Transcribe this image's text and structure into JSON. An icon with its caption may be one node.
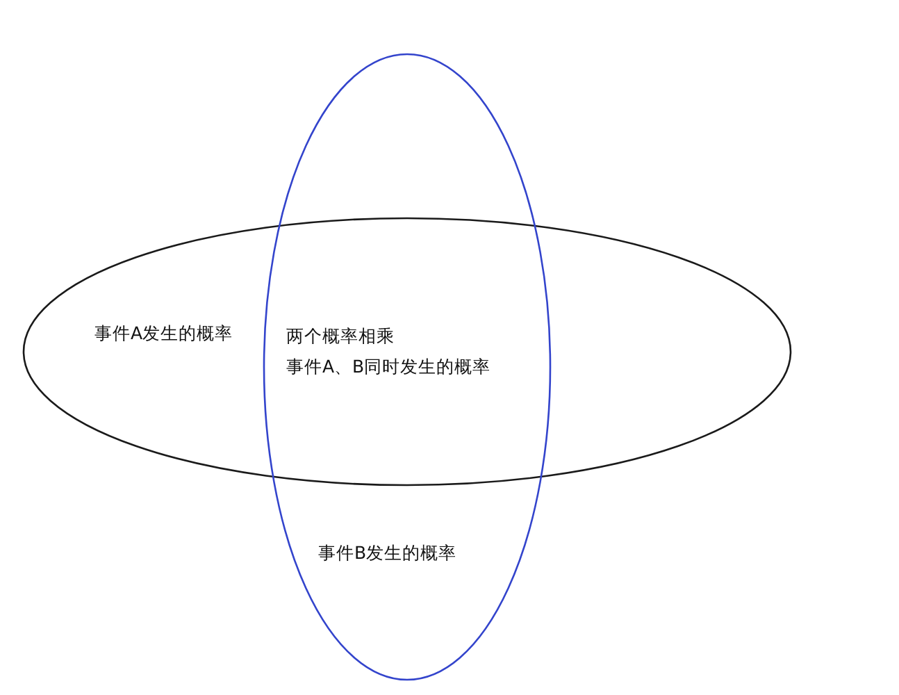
{
  "diagram": {
    "nodes": [
      {
        "text": [
          "事件A发生的概率"
        ]
      },
      {
        "text": [
          "事件B发生的概率"
        ]
      }
    ],
    "labels": [
      "两个概率相乘",
      "事件A、B同时发生的概率"
    ]
  }
}
